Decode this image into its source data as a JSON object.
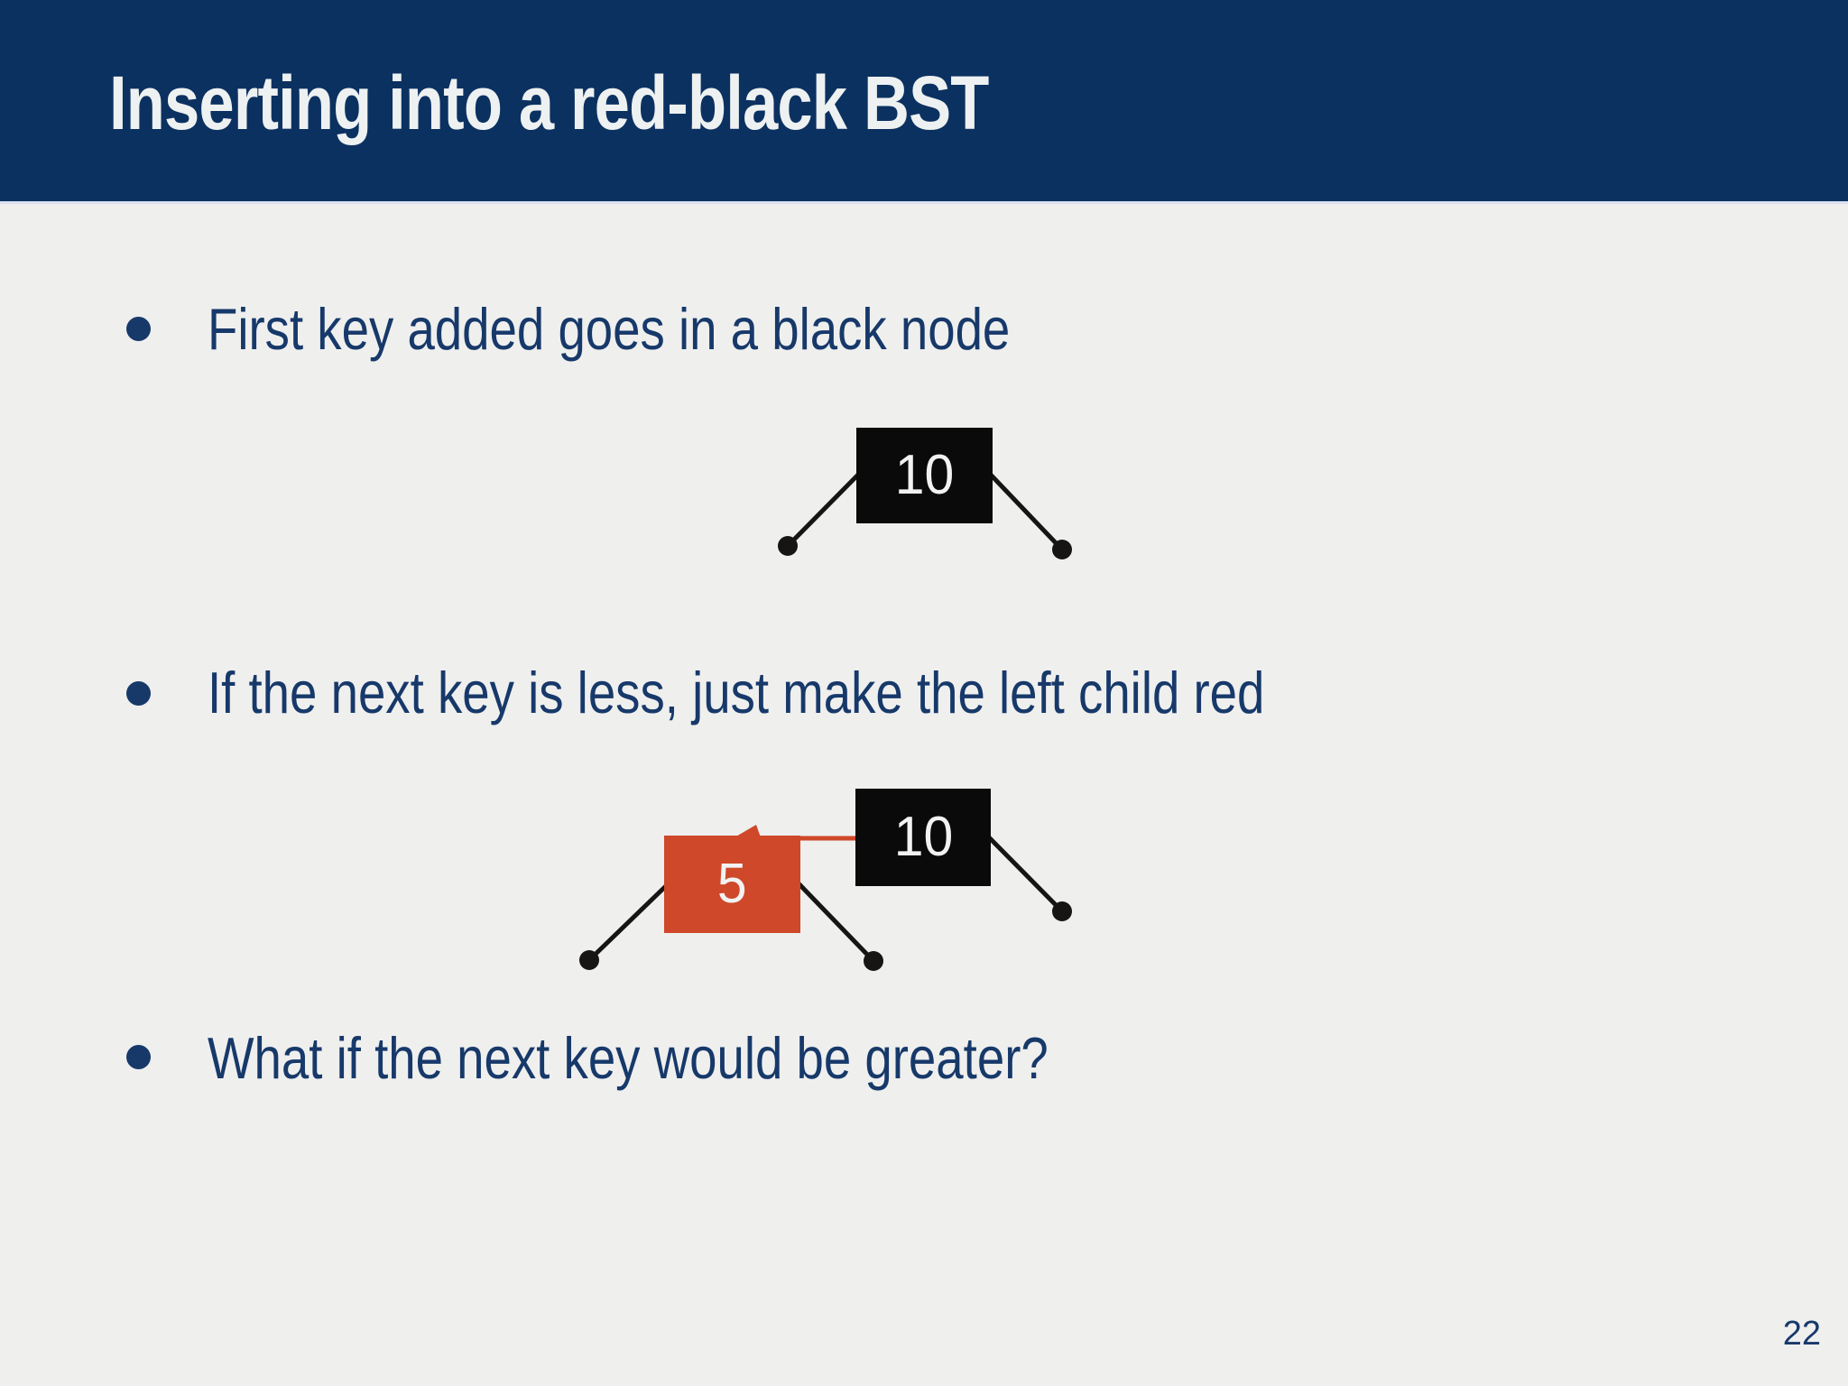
{
  "slide": {
    "title": "Inserting into a red-black BST",
    "page_number": "22"
  },
  "bullets": [
    {
      "text": "First key added goes in a black node"
    },
    {
      "text": "If the next key is less, just make the left child red"
    },
    {
      "text": "What if the next key would be greater?"
    }
  ],
  "diagram1": {
    "root": {
      "label": "10",
      "color": "black"
    }
  },
  "diagram2": {
    "root": {
      "label": "10",
      "color": "black"
    },
    "left_child": {
      "label": "5",
      "color": "red"
    }
  },
  "colors": {
    "header_bg": "#0b3161",
    "title_text": "#eef1f1",
    "body_bg": "#efefee",
    "bullet_text": "#17396a",
    "black_node": "#0b0a0a",
    "red_node": "#cf4829",
    "node_text": "#f2f2f2",
    "edge": "#161514"
  }
}
